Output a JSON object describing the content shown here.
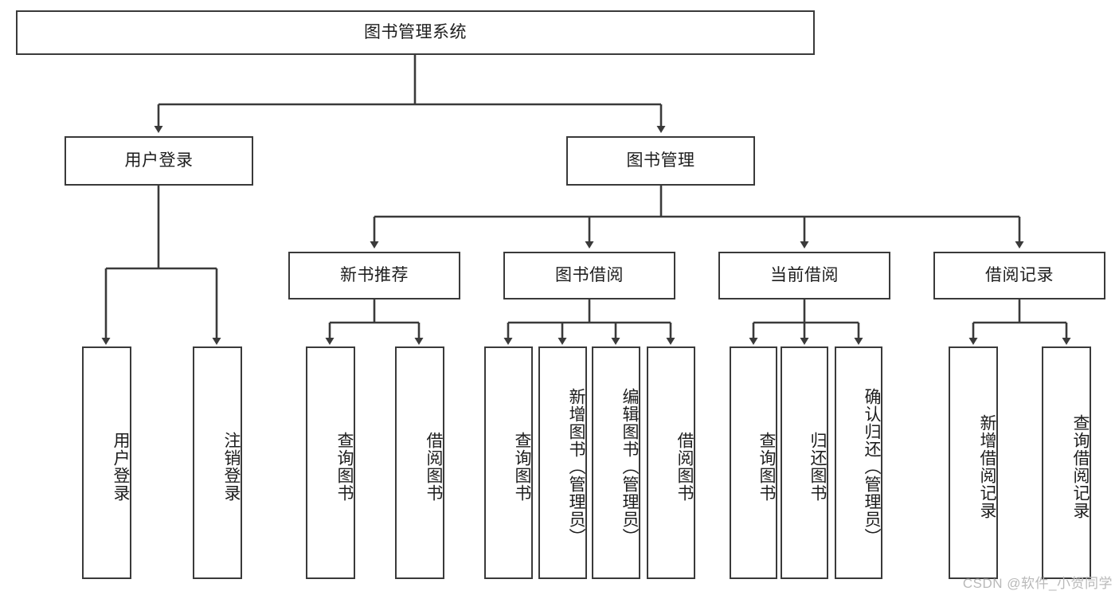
{
  "diagram": {
    "type": "tree-hierarchy-flowchart",
    "title": "图书管理系统",
    "watermark": "CSDN @软件_小贺同学",
    "colors": {
      "stroke": "#3a3a3a",
      "fill": "#ffffff",
      "text": "#1d1d1d",
      "watermark": "#b9b9b9"
    },
    "levels": {
      "level1": [
        {
          "id": "root",
          "label": "图书管理系统",
          "orientation": "horizontal"
        }
      ],
      "level2": [
        {
          "id": "user-login",
          "label": "用户登录",
          "orientation": "horizontal",
          "parent": "root"
        },
        {
          "id": "book-manage",
          "label": "图书管理",
          "orientation": "horizontal",
          "parent": "root"
        }
      ],
      "level3": [
        {
          "id": "new-book-rec",
          "label": "新书推荐",
          "orientation": "horizontal",
          "parent": "book-manage"
        },
        {
          "id": "book-borrow",
          "label": "图书借阅",
          "orientation": "horizontal",
          "parent": "book-manage"
        },
        {
          "id": "current-borrow",
          "label": "当前借阅",
          "orientation": "horizontal",
          "parent": "book-manage"
        },
        {
          "id": "borrow-record",
          "label": "借阅记录",
          "orientation": "horizontal",
          "parent": "book-manage"
        }
      ],
      "level4": [
        {
          "id": "leaf-user-login",
          "label": "用户登录",
          "orientation": "vertical",
          "parent": "user-login"
        },
        {
          "id": "leaf-logout",
          "label": "注销登录",
          "orientation": "vertical",
          "parent": "user-login"
        },
        {
          "id": "leaf-query-book-1",
          "label": "查询图书",
          "orientation": "vertical",
          "parent": "new-book-rec"
        },
        {
          "id": "leaf-borrow-book-1",
          "label": "借阅图书",
          "orientation": "vertical",
          "parent": "new-book-rec"
        },
        {
          "id": "leaf-query-book-2",
          "label": "查询图书",
          "orientation": "vertical",
          "parent": "book-borrow"
        },
        {
          "id": "leaf-add-book",
          "label": "新增图书（管理员）",
          "orientation": "vertical",
          "parent": "book-borrow"
        },
        {
          "id": "leaf-edit-book",
          "label": "编辑图书（管理员）",
          "orientation": "vertical",
          "parent": "book-borrow"
        },
        {
          "id": "leaf-borrow-book-2",
          "label": "借阅图书",
          "orientation": "vertical",
          "parent": "book-borrow"
        },
        {
          "id": "leaf-query-book-3",
          "label": "查询图书",
          "orientation": "vertical",
          "parent": "current-borrow"
        },
        {
          "id": "leaf-return-book",
          "label": "归还图书",
          "orientation": "vertical",
          "parent": "current-borrow"
        },
        {
          "id": "leaf-confirm-return",
          "label": "确认归还（管理员）",
          "orientation": "vertical",
          "parent": "current-borrow"
        },
        {
          "id": "leaf-add-record",
          "label": "新增借阅记录",
          "orientation": "vertical",
          "parent": "borrow-record"
        },
        {
          "id": "leaf-query-record",
          "label": "查询借阅记录",
          "orientation": "vertical",
          "parent": "borrow-record"
        }
      ]
    }
  }
}
